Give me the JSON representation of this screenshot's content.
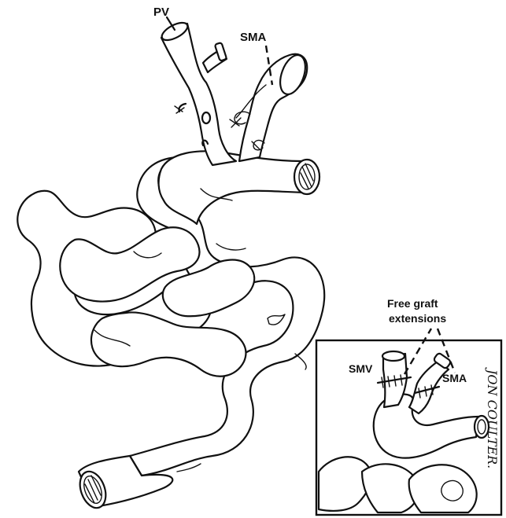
{
  "labels": {
    "pv": "PV",
    "sma": "SMA",
    "inset_title_line1": "Free graft",
    "inset_title_line2": "extensions",
    "inset_smv": "SMV",
    "inset_sma": "SMA"
  },
  "signature": "JON COULTER."
}
